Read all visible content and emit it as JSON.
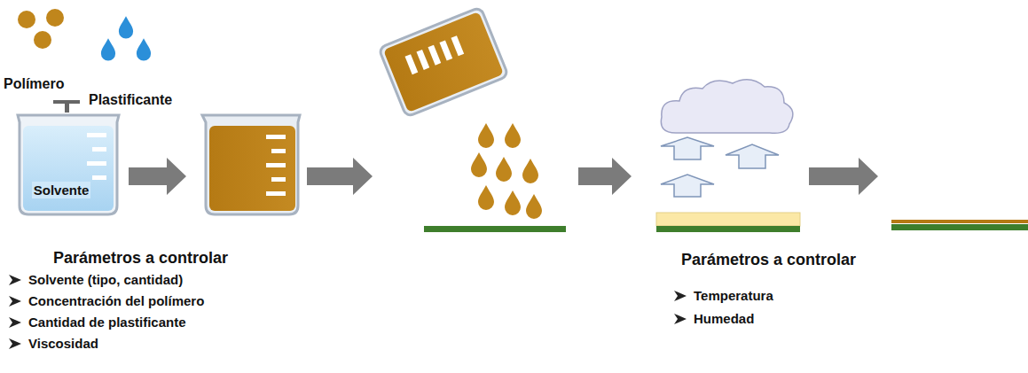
{
  "diagram": {
    "nodes": [
      {
        "text": [
          "Solvente"
        ]
      }
    ],
    "labels": [
      "Polímero",
      "Plastificante",
      "Parámetros a controlar",
      "Solvente (tipo, cantidad)",
      "Concentración del polímero",
      "Cantidad de plastificante",
      "Viscosidad",
      "Parámetros a controlar",
      "Temperatura",
      "Humedad"
    ]
  }
}
